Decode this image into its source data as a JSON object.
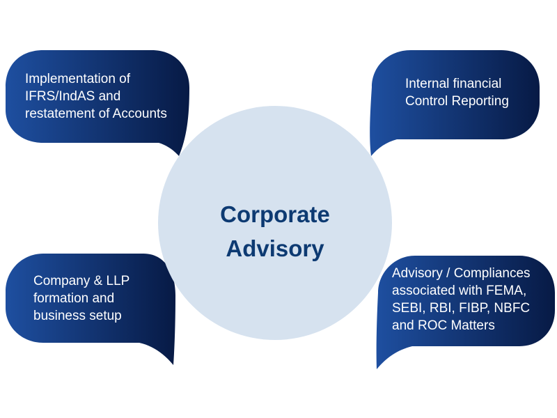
{
  "center": {
    "title_lines": [
      "Corporate",
      "Advisory"
    ],
    "circle_color": "#d6e2ef",
    "title_color": "#0d3a72"
  },
  "bubble_gradient": [
    "#1e4fa0",
    "#071a45"
  ],
  "bubbles": [
    {
      "id": "top-left",
      "lines": [
        "Implementation of",
        "IFRS/IndAS and",
        "restatement of Accounts"
      ]
    },
    {
      "id": "top-right",
      "lines": [
        "Internal financial",
        "Control Reporting"
      ]
    },
    {
      "id": "bottom-left",
      "lines": [
        "Company & LLP",
        "formation and",
        "business setup"
      ]
    },
    {
      "id": "bottom-right",
      "lines": [
        "Advisory / Compliances",
        "associated with FEMA,",
        "SEBI, RBI, FIBP, NBFC",
        "and ROC Matters"
      ]
    }
  ]
}
